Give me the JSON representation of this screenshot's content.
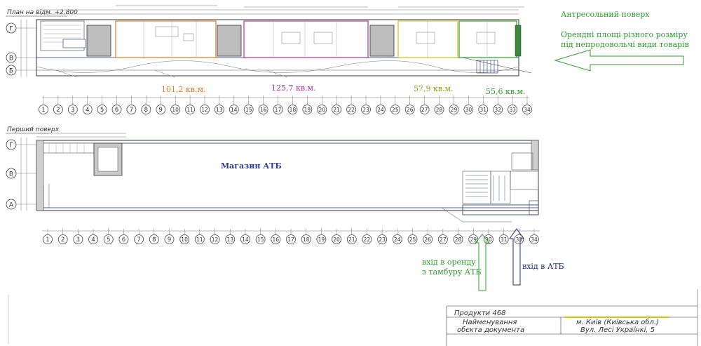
{
  "top_plan": {
    "title": "План на відм. +2.800",
    "area_labels": [
      {
        "text": "101,2 кв.м.",
        "color": "#e07a1a"
      },
      {
        "text": "125,7 кв.м.",
        "color": "#b0309a"
      },
      {
        "text": "57,9 кв.м.",
        "color": "#9aa318"
      },
      {
        "text": "55,6 кв.м.",
        "color": "#2aa02a"
      }
    ]
  },
  "bottom_plan": {
    "title": "Перший поверх",
    "store_label": "Магазин АТБ"
  },
  "axes": {
    "rows_top": [
      "Г",
      "В",
      "Б"
    ],
    "rows_bottom": [
      "Г",
      "В",
      "А"
    ],
    "columns_top": [
      "1",
      "2",
      "3",
      "4",
      "5",
      "6",
      "7",
      "8",
      "9",
      "10",
      "11",
      "12",
      "13",
      "14",
      "15",
      "16",
      "17",
      "18",
      "19",
      "20",
      "21",
      "22",
      "23",
      "24",
      "25",
      "26",
      "27",
      "28",
      "29",
      "30",
      "31",
      "32",
      "33",
      "34"
    ],
    "columns_bottom": [
      "1",
      "2",
      "3",
      "4",
      "5",
      "6",
      "7",
      "8",
      "9",
      "10",
      "11",
      "12",
      "13",
      "14",
      "15",
      "16",
      "17",
      "18",
      "19",
      "20",
      "21",
      "22",
      "23",
      "24",
      "25",
      "26",
      "27",
      "28",
      "29",
      "30",
      "31",
      "33",
      "34"
    ]
  },
  "annotations": {
    "mezzanine_title": "Антресольний поверх",
    "mezzanine_note_line1": "Орендні площі різного розміру",
    "mezzanine_note_line2": "під непродовольчі види товарів",
    "entrance_rent_line1": "вхід в оренду",
    "entrance_rent_line2": "з тамбуру АТБ",
    "entrance_atb": "вхід в АТБ",
    "colors": {
      "green": "#2aa02a",
      "blue": "#1a2f7a",
      "navy": "#2a3f9a"
    }
  },
  "stamp": {
    "product": "Продукти 468",
    "name_label_line1": "Найменування",
    "name_label_line2": "обєкта документа",
    "address_line1": "м. Київ (Київська обл.)",
    "address_line2": "Вул. Лесі Українкі, 5"
  }
}
